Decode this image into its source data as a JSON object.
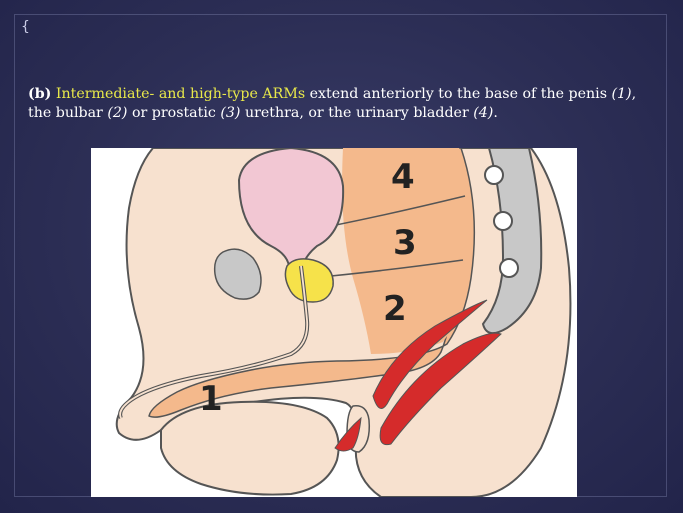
{
  "slide": {
    "corner_mark": "{",
    "caption": {
      "part_label": "(b)",
      "highlight": "Intermediate- and high-type ARMs",
      "text_1": " extend anteriorly to the base of the penis ",
      "ref_1": "(1)",
      "text_2": ",",
      "line2_start": "the bulbar ",
      "ref_2": "(2)",
      "text_3": " or prostatic ",
      "ref_3": "(3)",
      "text_4": " urethra, or the urinary bladder ",
      "ref_4": "(4)",
      "text_5": "."
    }
  },
  "figure": {
    "labels": {
      "one": "1",
      "two": "2",
      "three": "3",
      "four": "4"
    },
    "colors": {
      "skin": "#f7e1cf",
      "fistula": "#f4b98c",
      "bladder": "#f2c7d3",
      "prostate": "#f6e24a",
      "bone": "#c8c8c8",
      "muscle": "#d52b2b",
      "outline": "#555555"
    }
  }
}
